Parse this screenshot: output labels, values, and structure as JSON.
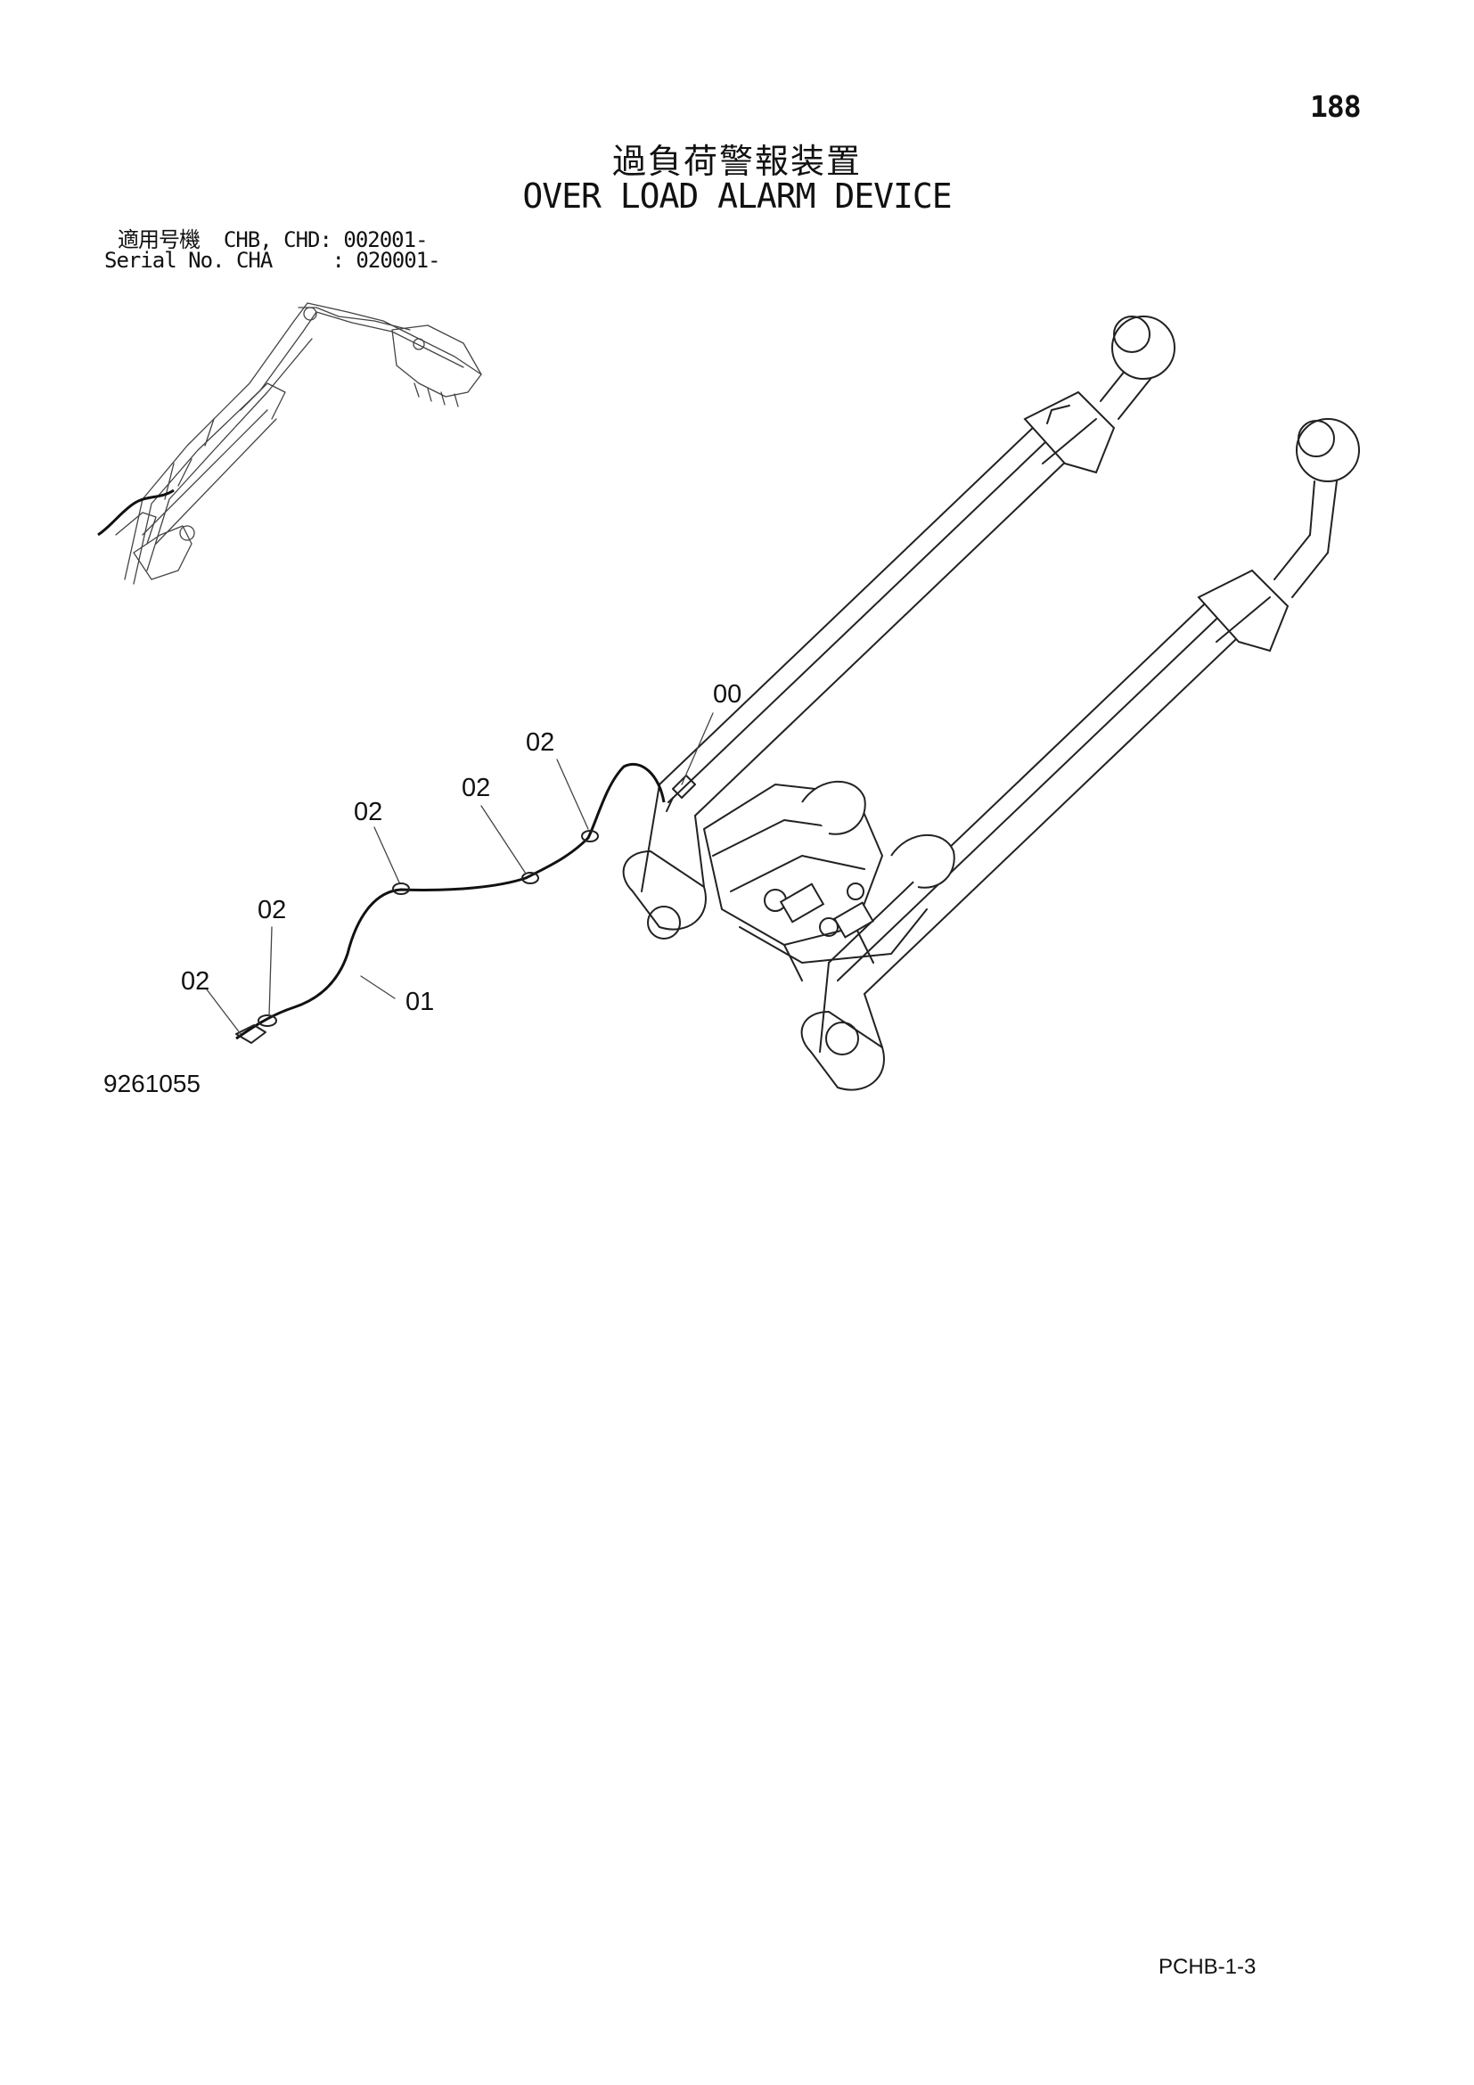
{
  "header": {
    "page_number": "188",
    "title_jp": "過負荷警報装置",
    "title_en": "OVER LOAD ALARM DEVICE"
  },
  "serial": {
    "line1": "適用号機  CHB, CHD: 002001-",
    "line2": "Serial No. CHA     : 020001-"
  },
  "callouts": {
    "c00": "00",
    "c01": "01",
    "c02_a": "02",
    "c02_b": "02",
    "c02_c": "02",
    "c02_d": "02",
    "c02_e": "02"
  },
  "footer": {
    "figure_number": "9261055",
    "page_code": "PCHB-1-3"
  }
}
